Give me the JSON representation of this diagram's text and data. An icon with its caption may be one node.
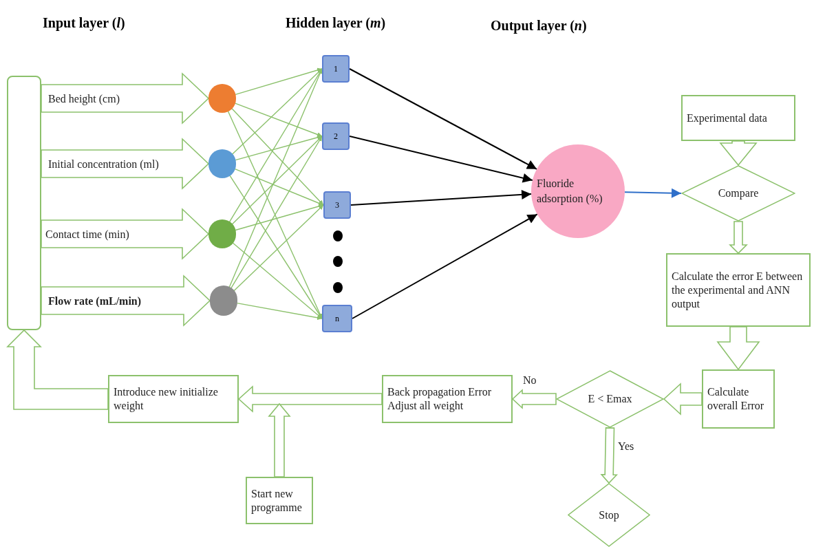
{
  "diagram": {
    "nodes": [
      {
        "text": [],
        "shape": "bar"
      },
      {
        "text": [],
        "shape": "circle"
      },
      {
        "text": [],
        "shape": "circle"
      },
      {
        "text": [],
        "shape": "circle"
      },
      {
        "text": [],
        "shape": "circle"
      },
      {
        "text": [
          "1"
        ]
      },
      {
        "text": [
          "2"
        ]
      },
      {
        "text": [
          "3"
        ]
      },
      {
        "text": [
          "n"
        ]
      },
      {
        "text": [
          "Fluoride adsorption (%)"
        ]
      },
      {
        "text": [
          "Experimental data"
        ]
      },
      {
        "text": [
          "Compare"
        ]
      },
      {
        "text": [
          "Calculate the error E between the experimental and ANN output"
        ]
      },
      {
        "text": [
          "Calculate overall Error"
        ]
      },
      {
        "text": [
          "E < Emax"
        ]
      },
      {
        "text": [
          "Back propagation Error Adjust all weight"
        ]
      },
      {
        "text": [
          "Introduce new initialize weight"
        ]
      },
      {
        "text": [
          "Start new programme"
        ]
      },
      {
        "text": [
          "Stop"
        ]
      }
    ],
    "edges": [
      {
        "from": 0,
        "to": 1,
        "arrow": "to",
        "style": "thick",
        "label": "Bed height (cm)"
      },
      {
        "from": 0,
        "to": 2,
        "arrow": "to",
        "style": "thick",
        "label": "Initial concentration (ml)"
      },
      {
        "from": 0,
        "to": 3,
        "arrow": "to",
        "style": "thick",
        "label": "Contact time (min)"
      },
      {
        "from": 0,
        "to": 4,
        "arrow": "to",
        "style": "thick",
        "label": "Flow rate (mL/min)"
      },
      {
        "from": 1,
        "to": 5,
        "arrow": "to"
      },
      {
        "from": 1,
        "to": 6,
        "arrow": "to"
      },
      {
        "from": 1,
        "to": 7,
        "arrow": "to"
      },
      {
        "from": 1,
        "to": 8,
        "arrow": "to"
      },
      {
        "from": 2,
        "to": 5,
        "arrow": "to"
      },
      {
        "from": 2,
        "to": 6,
        "arrow": "to"
      },
      {
        "from": 2,
        "to": 7,
        "arrow": "to"
      },
      {
        "from": 2,
        "to": 8,
        "arrow": "to"
      },
      {
        "from": 3,
        "to": 5,
        "arrow": "to"
      },
      {
        "from": 3,
        "to": 6,
        "arrow": "to"
      },
      {
        "from": 3,
        "to": 7,
        "arrow": "to"
      },
      {
        "from": 3,
        "to": 8,
        "arrow": "to"
      },
      {
        "from": 4,
        "to": 5,
        "arrow": "to"
      },
      {
        "from": 4,
        "to": 6,
        "arrow": "to"
      },
      {
        "from": 4,
        "to": 7,
        "arrow": "to"
      },
      {
        "from": 4,
        "to": 8,
        "arrow": "to"
      },
      {
        "from": 5,
        "to": 9,
        "arrow": "to",
        "color": "#000000"
      },
      {
        "from": 6,
        "to": 9,
        "arrow": "to",
        "color": "#000000"
      },
      {
        "from": 7,
        "to": 9,
        "arrow": "to",
        "color": "#000000"
      },
      {
        "from": 8,
        "to": 9,
        "arrow": "to",
        "color": "#000000"
      },
      {
        "from": 9,
        "to": 11,
        "arrow": "to",
        "color": "#2f6fc9"
      },
      {
        "from": 10,
        "to": 11,
        "arrow": "to",
        "style": "thick"
      },
      {
        "from": 11,
        "to": 12,
        "arrow": "to",
        "style": "thick"
      },
      {
        "from": 12,
        "to": 13,
        "arrow": "to",
        "style": "thick"
      },
      {
        "from": 13,
        "to": 14,
        "arrow": "to",
        "style": "thick"
      },
      {
        "from": 14,
        "to": 15,
        "arrow": "to",
        "style": "thick",
        "label": "No"
      },
      {
        "from": 15,
        "to": 16,
        "arrow": "to",
        "style": "thick"
      },
      {
        "from": 17,
        "to": null,
        "arrow": "to",
        "style": "thick"
      },
      {
        "from": 14,
        "to": 18,
        "arrow": "to",
        "style": "thick",
        "label": "Yes"
      },
      {
        "from": 16,
        "to": 0,
        "arrow": "to",
        "style": "thick"
      }
    ],
    "labels": [
      "Input layer (*l*)",
      "Hidden layer (*m*)",
      "Output layer (*n*)"
    ]
  }
}
